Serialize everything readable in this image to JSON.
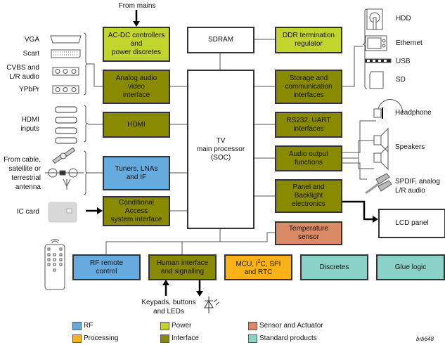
{
  "colors": {
    "rf": "#67aade",
    "power": "#c2d52d",
    "sensor": "#db8a66",
    "processing": "#fab216",
    "interface": "#8a8a00",
    "standard": "#8ad1c8",
    "plain": "#ffffff"
  },
  "inputs": {
    "from_mains": "From mains",
    "vga": "VGA",
    "scart": "Scart",
    "cvbs": "CVBS and\nL/R audio",
    "ypbpr": "YPbPr",
    "hdmi": "HDMI\ninputs",
    "antenna": "From cable,\nsatellite or\nterrestrial\nantenna",
    "ic_card": "IC card",
    "keypads": "Keypads, buttons\nand LEDs"
  },
  "outputs": {
    "hdd": "HDD",
    "ethernet": "Ethernet",
    "usb": "USB",
    "sd": "SD",
    "headphone": "Headphone",
    "speakers": "Speakers",
    "spdif": "SPDIF, analog\nL/R audio",
    "lcd": "LCD panel"
  },
  "blocks": {
    "acdc": "AC-DC controllers\nand\npower discretes",
    "sdram": "SDRAM",
    "ddr": "DDR termination\nregulator",
    "analog": "Analog audio\nvideo\ninterface",
    "storage": "Storage and\ncommunication\ninterfaces",
    "processor": "TV\nmain processor\n(SOC)",
    "hdmi": "HDMI",
    "rs232": "RS232, UART\ninterfaces",
    "audio_out": "Audio output\nfunctions",
    "tuners": "Tuners, LNAs\nand IF",
    "panel": "Panel and\nBacklight\nelectronics",
    "ca": "Conditional\nAccess\nsystem interface",
    "temp": "Temperature\nsensor",
    "rf_remote": "RF remote\ncontrol",
    "human": "Human interface\nand signalling",
    "mcu_a": "MCU, I",
    "mcu_sup": "2",
    "mcu_b": "C, SPI\nand RTC",
    "discretes": "Discretes",
    "glue": "Glue logic"
  },
  "legend": [
    {
      "label": "RF",
      "color": "#67aade"
    },
    {
      "label": "Processing",
      "color": "#fab216"
    },
    {
      "label": "Power",
      "color": "#c2d52d"
    },
    {
      "label": "Interface",
      "color": "#8a8a00"
    },
    {
      "label": "Sensor and Actuator",
      "color": "#db8a66"
    },
    {
      "label": "Standard products",
      "color": "#8ad1c8"
    }
  ],
  "figure_id": "brb648"
}
